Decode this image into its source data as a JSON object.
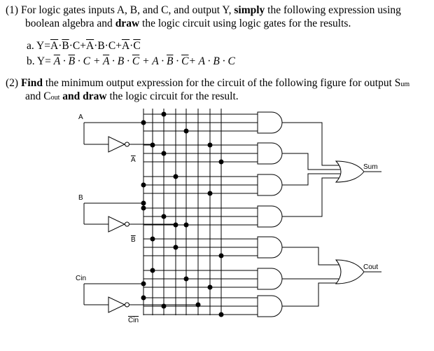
{
  "q1": {
    "number": "(1)",
    "t1": "For logic gates inputs A, B, and C, and output Y,",
    "t2": "simply",
    "t3": "the following expression using",
    "t4": "boolean algebra and",
    "t5": "draw",
    "t6": "the logic circuit using logic gates for the results.",
    "a_prefix": "a. Y=",
    "b_prefix": "b. Y=",
    "a_terms": [
      "A",
      "·",
      "B",
      "·C+",
      "A",
      "·",
      "B·C",
      "+",
      "A",
      "·",
      "C"
    ],
    "b_terms": [
      "A",
      "·",
      "B",
      "·",
      "C",
      "+",
      "A",
      "·",
      "B",
      "·",
      "C",
      "+",
      "A",
      "·",
      "B",
      "·",
      "C",
      "+",
      "A",
      "·",
      "B",
      "·",
      "C"
    ]
  },
  "q2": {
    "number": "(2)",
    "t1": "Find",
    "t2": "the minimum output expression for the circuit of the following figure for output S",
    "t2_sub": "um",
    "t3": "and C",
    "t3_sub": "out",
    "t4": "and",
    "t5": "draw",
    "t6": "the logic circuit for the result."
  },
  "circuit": {
    "input_a": "A",
    "input_b": "B",
    "input_c": "Cin",
    "not_a": "A",
    "not_b": "B",
    "not_c": "Cin",
    "output_sum": "Sum",
    "output_cout": "Cout"
  }
}
